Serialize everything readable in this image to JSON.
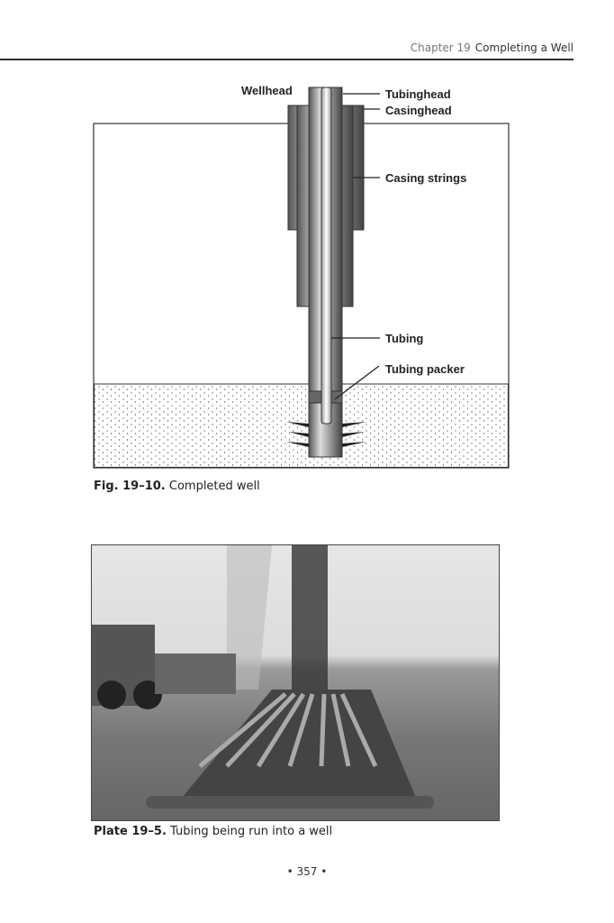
{
  "header": {
    "chapter": "Chapter 19",
    "title": "Completing a Well"
  },
  "figure": {
    "labels": {
      "wellhead": "Wellhead",
      "tubinghead": "Tubinghead",
      "casinghead": "Casinghead",
      "casing_strings": "Casing strings",
      "tubing": "Tubing",
      "tubing_packer": "Tubing packer"
    },
    "caption_number": "Fig. 19–10.",
    "caption_text": "Completed well"
  },
  "plate": {
    "caption_number": "Plate 19–5.",
    "caption_text": "Tubing being run into a well"
  },
  "page_number": "• 357 •"
}
